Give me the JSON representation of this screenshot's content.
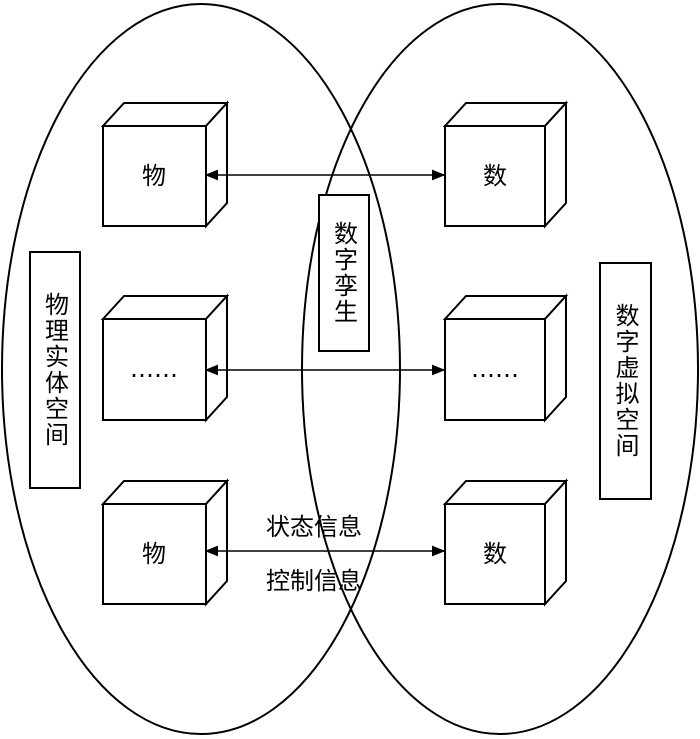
{
  "physical_space": {
    "label": "物理实体空间"
  },
  "virtual_space": {
    "label": "数字虚拟空间"
  },
  "twin": {
    "label": "数字孪生"
  },
  "rows": [
    {
      "left": "物",
      "right": "数"
    },
    {
      "left": "……",
      "right": "……"
    },
    {
      "left": "物",
      "right": "数"
    }
  ],
  "arrow_labels": {
    "state": "状态信息",
    "control": "控制信息"
  }
}
